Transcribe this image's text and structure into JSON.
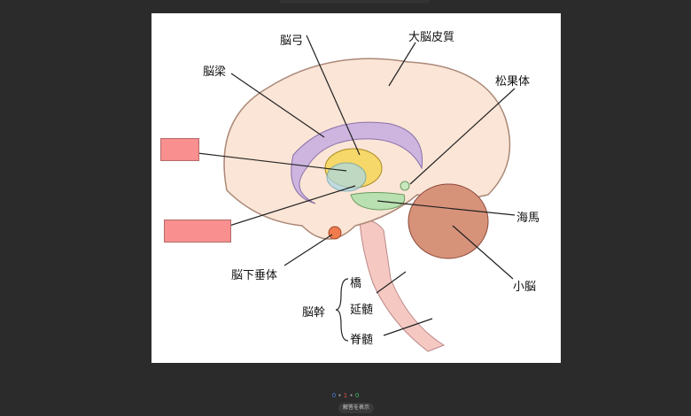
{
  "labels": {
    "fornix": "脳弓",
    "cerebral_cortex": "大脳皮質",
    "corpus_callosum": "脳梁",
    "pineal_body": "松果体",
    "hippocampus": "海馬",
    "pituitary": "脳下垂体",
    "cerebellum": "小脳",
    "pons": "橋",
    "brainstem": "脳幹",
    "medulla": "延髄",
    "spinal_cord": "脊髄"
  },
  "blanks": [
    {
      "answer_hidden": true
    },
    {
      "answer_hidden": true
    }
  ],
  "score": {
    "correct": "0",
    "wrong": "1",
    "other": "0",
    "sep": "•"
  },
  "colors": {
    "correct": "#4a7fe0",
    "wrong": "#e04a4a",
    "other": "#3fbf5f",
    "blank": "#f98f8f"
  },
  "show_answer_label": "解答を表示"
}
